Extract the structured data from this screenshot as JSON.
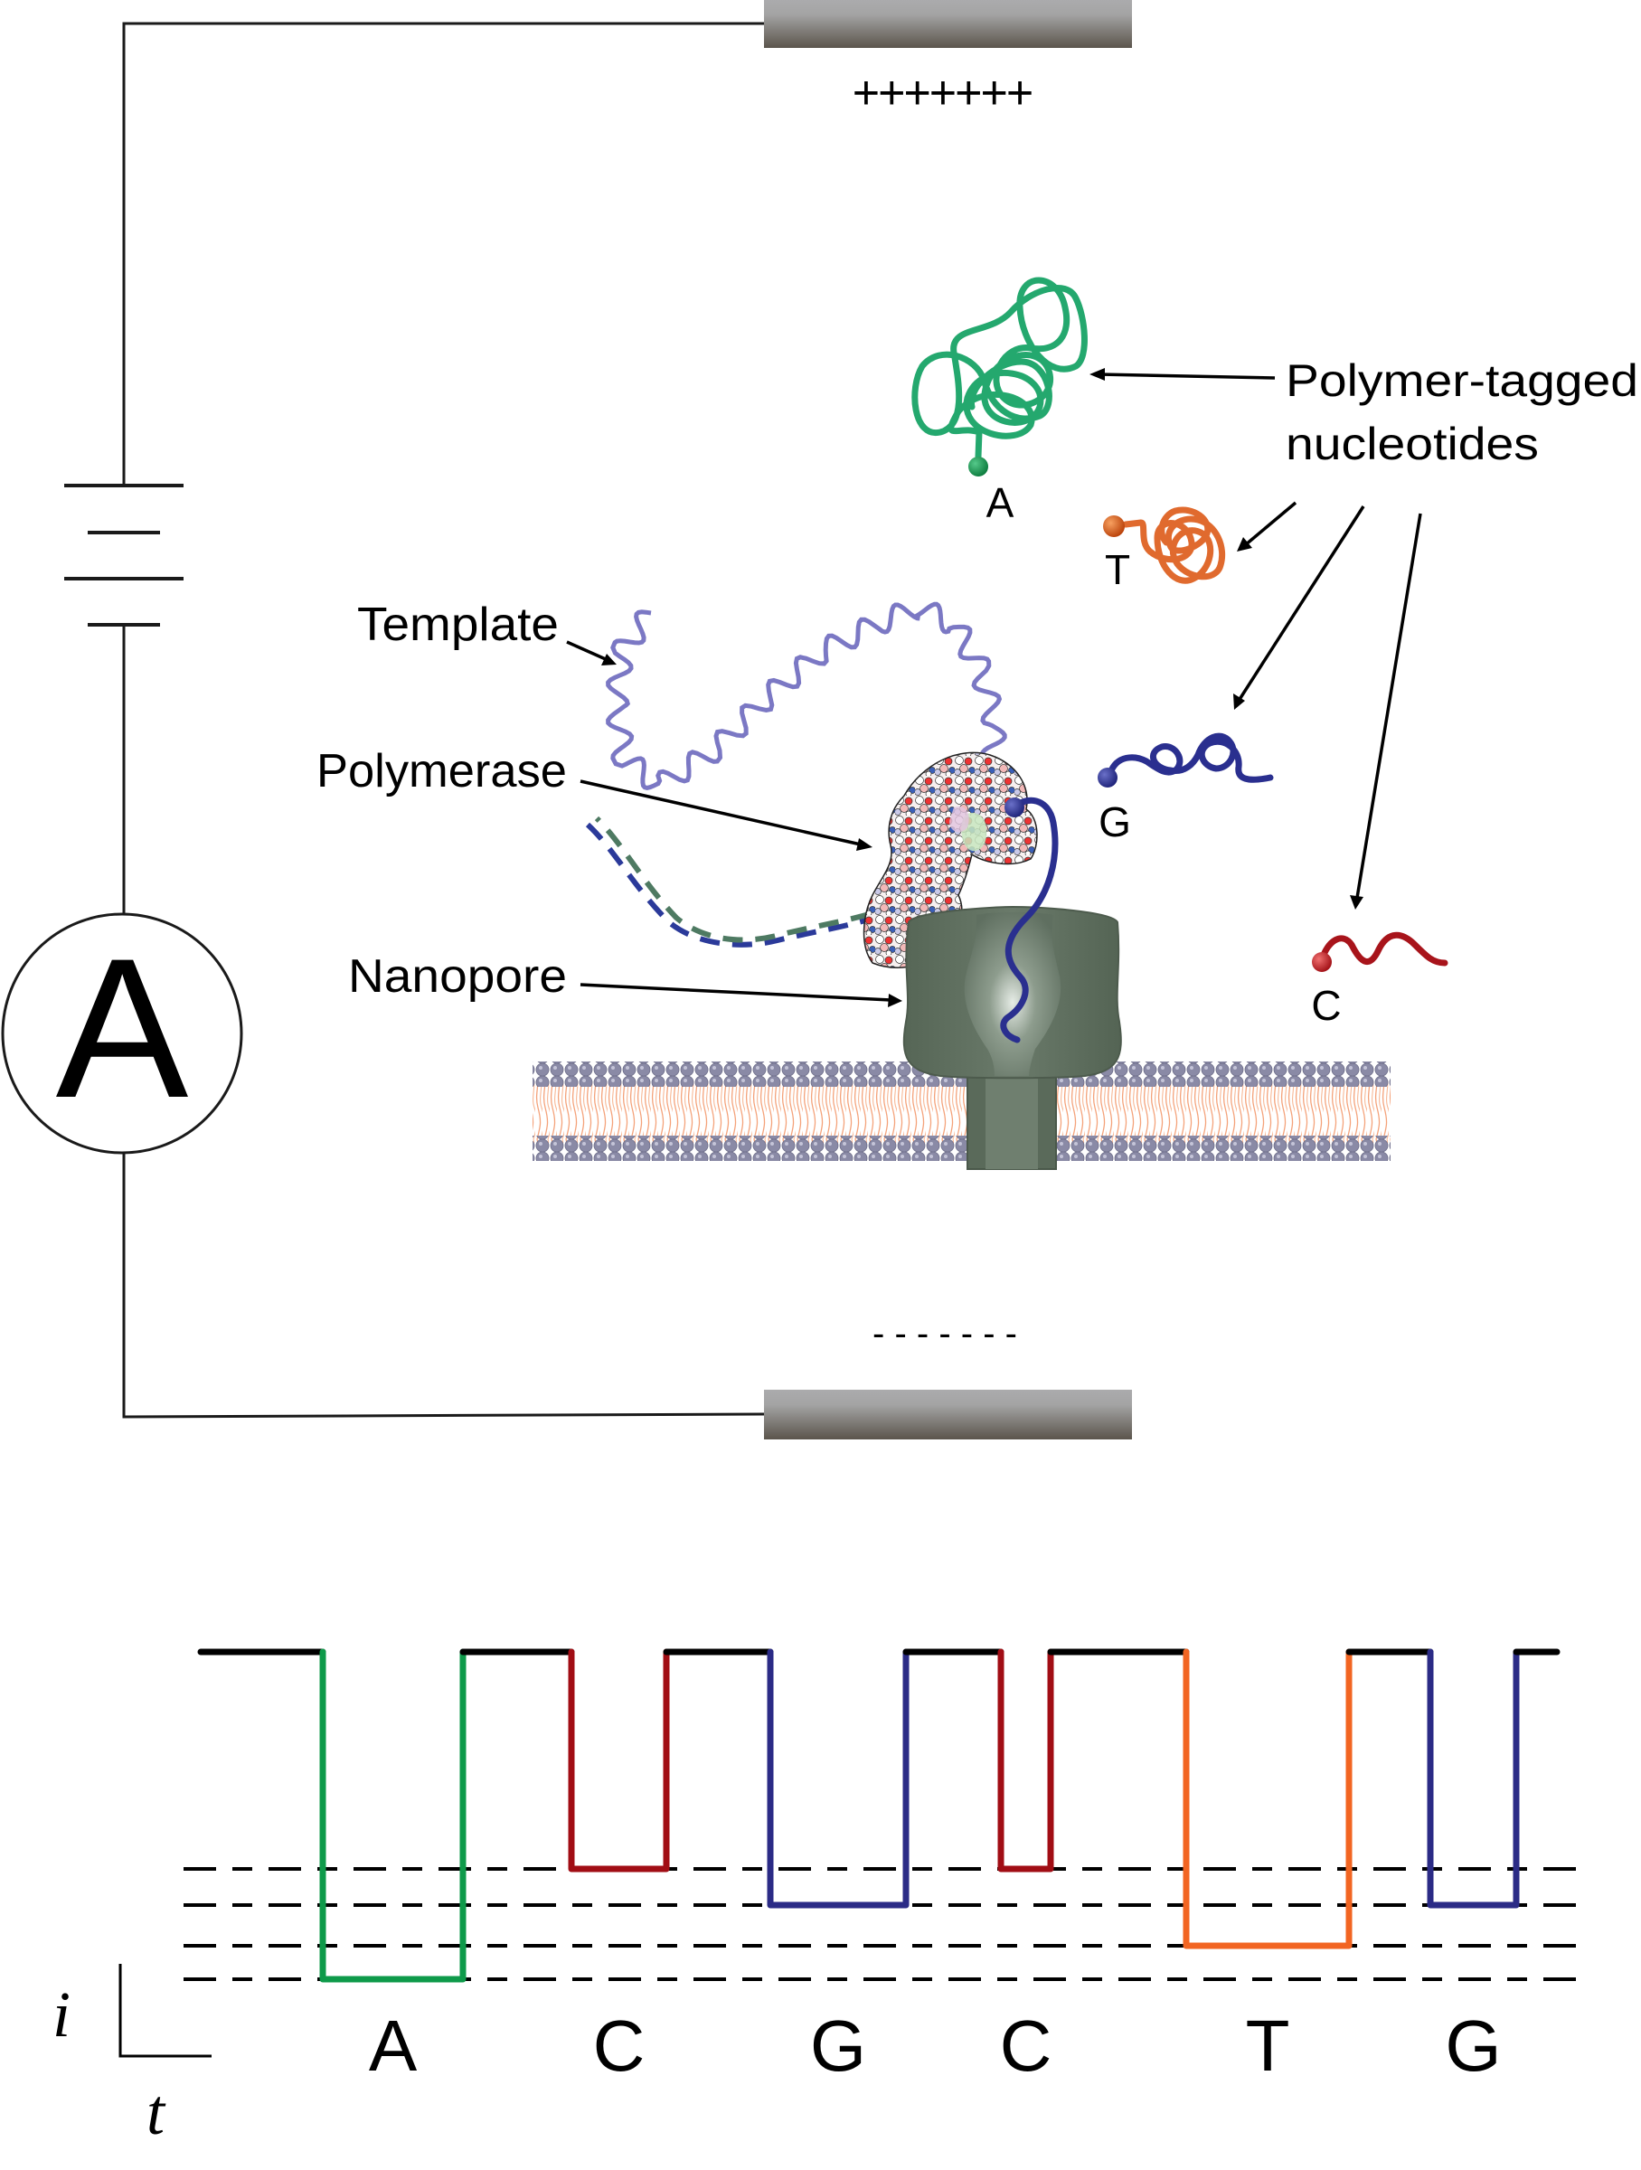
{
  "figure": {
    "type": "nanopore-sequencing-schematic",
    "circuit": {
      "positive_electrode_charge": "+++++++",
      "negative_electrode_charge": "- - - - - - -",
      "ammeter_symbol": "A",
      "battery": "battery-symbol"
    },
    "labels": {
      "tagged_nucleotides_line1": "Polymer-tagged",
      "tagged_nucleotides_line2": "nucleotides",
      "template": "Template",
      "polymerase": "Polymerase",
      "nanopore": "Nanopore"
    },
    "nucleotides": [
      {
        "base": "A",
        "color": "#24a86e",
        "bead_color": "#138a4a",
        "shape": "dense-coil"
      },
      {
        "base": "T",
        "color": "#e06a2e",
        "bead_color": "#c84a12",
        "shape": "medium-coil"
      },
      {
        "base": "G",
        "color": "#2a2f8f",
        "bead_color": "#2a2f8f",
        "shape": "loose-coil"
      },
      {
        "base": "C",
        "color": "#a8141b",
        "bead_color": "#c8151c",
        "shape": "short-wave"
      }
    ],
    "colors": {
      "template": "#7b78c4",
      "duplex_strand_1": "#2b3a9a",
      "duplex_strand_2": "#4e7a62",
      "nanopore": "#5f6f60",
      "membrane_heads": "#8a8aa6",
      "membrane_tails": "#f4a27a",
      "electrode_top": "#aaaaac",
      "electrode_bottom": "#5a564e"
    }
  },
  "chart_data": {
    "type": "line",
    "title": "",
    "xlabel": "t",
    "ylabel": "i",
    "grid": false,
    "open_level": 0,
    "blockade_levels": [
      {
        "name": "level-1",
        "value": -1,
        "base": "C"
      },
      {
        "name": "level-2",
        "value": -2,
        "base": "G"
      },
      {
        "name": "level-3",
        "value": -3,
        "base": "T"
      },
      {
        "name": "level-4",
        "value": -4,
        "base": "A"
      }
    ],
    "events": [
      {
        "base": "A",
        "start": 1.35,
        "end": 2.9,
        "level": -4,
        "color": "#0e9a4a"
      },
      {
        "base": "C",
        "start": 4.1,
        "end": 5.15,
        "level": -1,
        "color": "#a10d14"
      },
      {
        "base": "G",
        "start": 6.3,
        "end": 7.8,
        "level": -2,
        "color": "#2b2b86"
      },
      {
        "base": "C",
        "start": 8.85,
        "end": 9.4,
        "level": -1,
        "color": "#a10d14"
      },
      {
        "base": "T",
        "start": 10.9,
        "end": 12.7,
        "level": -3,
        "color": "#f26522"
      },
      {
        "base": "G",
        "start": 13.6,
        "end": 14.55,
        "level": -2,
        "color": "#2b2b86"
      }
    ],
    "x_range": [
      0,
      15
    ],
    "y_range": [
      -4,
      0
    ],
    "sequence_read": [
      "A",
      "C",
      "G",
      "C",
      "T",
      "G"
    ]
  }
}
